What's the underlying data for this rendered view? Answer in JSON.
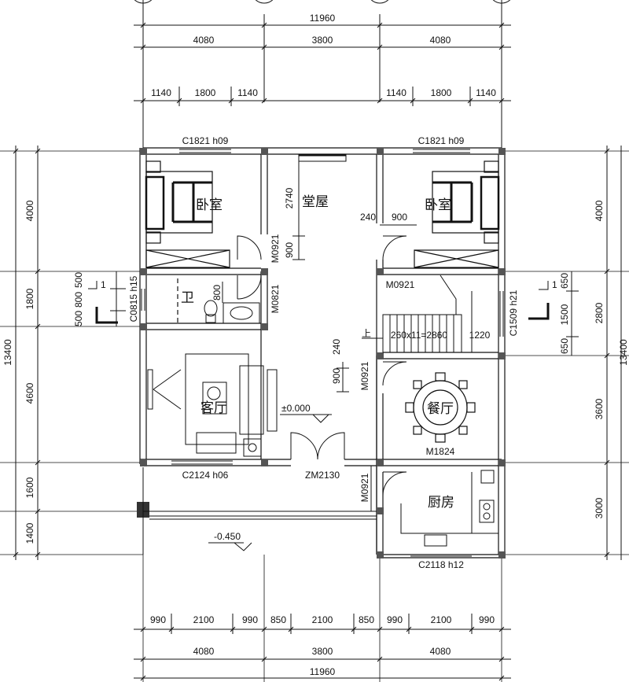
{
  "dimensions": {
    "top_total": "11960",
    "top_bays": [
      "4080",
      "3800",
      "4080"
    ],
    "top_window_left": [
      "1140",
      "1800",
      "1140"
    ],
    "top_window_right": [
      "1140",
      "1800",
      "1140"
    ],
    "bottom_openings": [
      "990",
      "2100",
      "990",
      "850",
      "2100",
      "850",
      "990",
      "2100",
      "990"
    ],
    "bottom_bays": [
      "4080",
      "3800",
      "4080"
    ],
    "bottom_total": "11960",
    "left_outer": [
      "4000",
      "1800",
      "4600",
      "1600",
      "1400"
    ],
    "left_total": "13400",
    "left_detail": [
      "500",
      "800",
      "500"
    ],
    "right_outer": [
      "4000",
      "2800",
      "3600",
      "3000"
    ],
    "right_total": "13400",
    "right_detail": [
      "650",
      "1500",
      "650"
    ]
  },
  "rooms": {
    "bedroom_left": "卧室",
    "bedroom_right": "卧室",
    "hall": "堂屋",
    "bath": "卫",
    "living": "客厅",
    "dining": "餐厅",
    "kitchen": "厨房"
  },
  "openings": {
    "win_top_left": "C1821  h09",
    "win_top_right": "C1821  h09",
    "win_living": "C2124  h06",
    "win_kitchen": "C2118  h12",
    "win_bath": "C0815  h15",
    "win_stair": "C1509  h21",
    "door_hall_bed": "M0921",
    "door_bath": "M0821",
    "door_right_bed": "M0921",
    "door_dining": "M0921",
    "door_kitchen": "M0921",
    "door_main": "ZM2130",
    "opening_dining": "M1824"
  },
  "annotations": {
    "hall_2740": "2740",
    "hall_900": "900",
    "right_240": "240",
    "right_900": "900",
    "bath_800": "800",
    "mid_240": "240",
    "mid_900": "900",
    "stair": "260x11=2860",
    "stair_1220": "1220",
    "stair_up": "上",
    "level_floor": "±0.000",
    "level_outdoor": "-0.450",
    "section_left": "1",
    "section_right": "1"
  },
  "colors": {
    "line": "#111111",
    "column": "#555555"
  }
}
